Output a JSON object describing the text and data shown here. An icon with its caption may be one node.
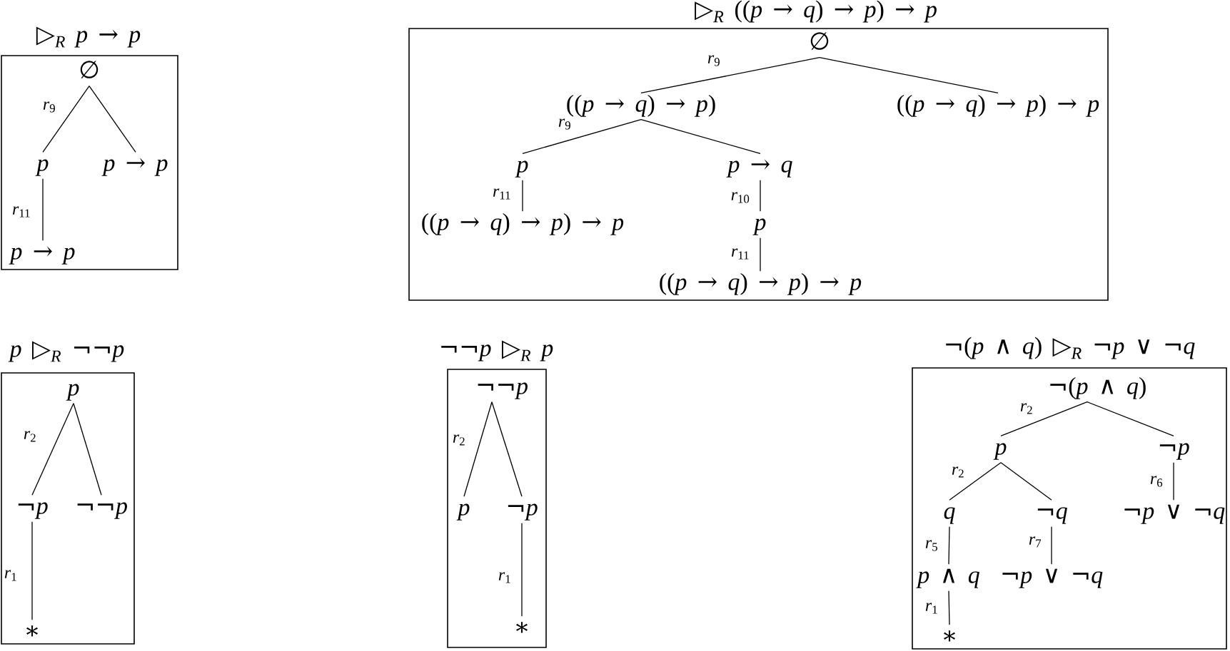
{
  "diagram": {
    "nodes": [
      {
        "text": [
          "▷$_{R}$ p → p"
        ]
      },
      {
        "text": [
          "∅"
        ],
        "in": 0
      },
      {
        "text": [
          "p"
        ],
        "in": 0
      },
      {
        "text": [
          "p → p"
        ],
        "in": 0
      },
      {
        "text": [
          "p → p"
        ],
        "in": 0
      },
      {
        "text": [
          "▷$_{R}$ ((p → q) → p) → p"
        ]
      },
      {
        "text": [
          "∅"
        ],
        "in": 5
      },
      {
        "text": [
          "((p → q) → p)"
        ],
        "in": 5
      },
      {
        "text": [
          "((p → q) → p) → p"
        ],
        "in": 5
      },
      {
        "text": [
          "p"
        ],
        "in": 5
      },
      {
        "text": [
          "p → q"
        ],
        "in": 5
      },
      {
        "text": [
          "((p → q) → p) → p"
        ],
        "in": 5
      },
      {
        "text": [
          "p"
        ],
        "in": 5
      },
      {
        "text": [
          "((p → q) → p) → p"
        ],
        "in": 5
      },
      {
        "text": [
          "p ▷$_{R}$ ¬¬p"
        ]
      },
      {
        "text": [
          "p"
        ],
        "in": 14
      },
      {
        "text": [
          "¬p"
        ],
        "in": 14
      },
      {
        "text": [
          "¬¬p"
        ],
        "in": 14
      },
      {
        "text": [
          "∗"
        ],
        "in": 14
      },
      {
        "text": [
          "¬¬p ▷$_{R}$ p"
        ]
      },
      {
        "text": [
          "¬¬p"
        ],
        "in": 19
      },
      {
        "text": [
          "p"
        ],
        "in": 19
      },
      {
        "text": [
          "¬p"
        ],
        "in": 19
      },
      {
        "text": [
          "∗"
        ],
        "in": 19
      },
      {
        "text": [
          "¬(p ∧ q) ▷$_{R}$ ¬p ∨ ¬q"
        ]
      },
      {
        "text": [
          "¬(p ∧ q)"
        ],
        "in": 24
      },
      {
        "text": [
          "p"
        ],
        "in": 24
      },
      {
        "text": [
          "¬p"
        ],
        "in": 24
      },
      {
        "text": [
          "q"
        ],
        "in": 24
      },
      {
        "text": [
          "¬q"
        ],
        "in": 24
      },
      {
        "text": [
          "¬p ∨ ¬q"
        ],
        "in": 24
      },
      {
        "text": [
          "p ∧ q"
        ],
        "in": 24
      },
      {
        "text": [
          "¬p ∨ ¬q"
        ],
        "in": 24
      },
      {
        "text": [
          "∗"
        ],
        "in": 24
      }
    ],
    "edges": [
      {
        "from": 1,
        "to": 2,
        "arrow": "none",
        "label": "r$_{9}$"
      },
      {
        "from": 1,
        "to": 3,
        "arrow": "none"
      },
      {
        "from": 2,
        "to": 4,
        "arrow": "none",
        "label": "r$_{11}$"
      },
      {
        "from": 6,
        "to": 7,
        "arrow": "none",
        "label": "r$_{9}$"
      },
      {
        "from": 6,
        "to": 8,
        "arrow": "none"
      },
      {
        "from": 7,
        "to": 9,
        "arrow": "none",
        "label": "r$_{9}$"
      },
      {
        "from": 7,
        "to": 10,
        "arrow": "none"
      },
      {
        "from": 9,
        "to": 11,
        "arrow": "none",
        "label": "r$_{11}$"
      },
      {
        "from": 10,
        "to": 12,
        "arrow": "none",
        "label": "r$_{10}$"
      },
      {
        "from": 12,
        "to": 13,
        "arrow": "none",
        "label": "r$_{11}$"
      },
      {
        "from": 15,
        "to": 16,
        "arrow": "none",
        "label": "r$_{2}$"
      },
      {
        "from": 15,
        "to": 17,
        "arrow": "none"
      },
      {
        "from": 16,
        "to": 18,
        "arrow": "none",
        "label": "r$_{1}$"
      },
      {
        "from": 20,
        "to": 21,
        "arrow": "none",
        "label": "r$_{2}$"
      },
      {
        "from": 20,
        "to": 22,
        "arrow": "none"
      },
      {
        "from": 22,
        "to": 23,
        "arrow": "none",
        "label": "r$_{1}$"
      },
      {
        "from": 25,
        "to": 26,
        "arrow": "none",
        "label": "r$_{2}$"
      },
      {
        "from": 25,
        "to": 27,
        "arrow": "none"
      },
      {
        "from": 26,
        "to": 28,
        "arrow": "none",
        "label": "r$_{2}$"
      },
      {
        "from": 26,
        "to": 29,
        "arrow": "none"
      },
      {
        "from": 27,
        "to": 30,
        "arrow": "none",
        "label": "r$_{6}$"
      },
      {
        "from": 28,
        "to": 31,
        "arrow": "none",
        "label": "r$_{5}$"
      },
      {
        "from": 29,
        "to": 32,
        "arrow": "none",
        "label": "r$_{7}$"
      },
      {
        "from": 31,
        "to": 33,
        "arrow": "none",
        "label": "r$_{1}$"
      }
    ]
  }
}
